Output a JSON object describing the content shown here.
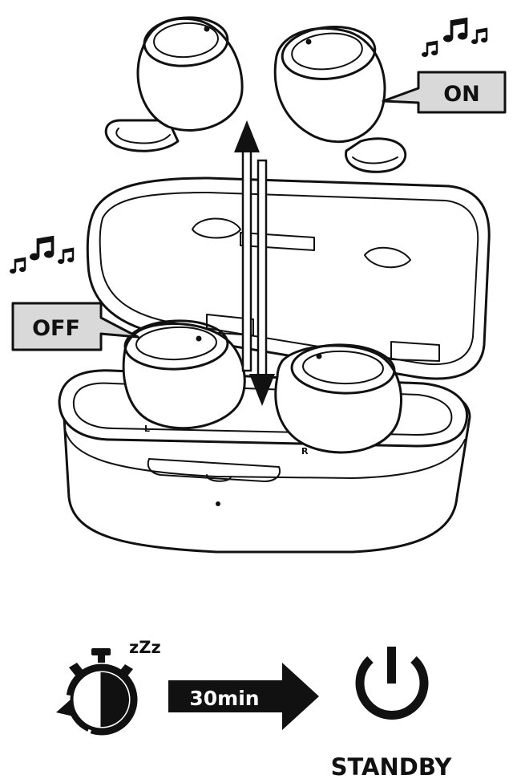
{
  "labels": {
    "on": "ON",
    "off": "OFF",
    "duration": "30min",
    "standby": "STANDBY",
    "sleep": "zZz"
  },
  "earbud_markers": {
    "left": "L",
    "right": "R"
  },
  "icons": [
    "music-notes-icon",
    "double-arrow-icon",
    "timer-icon",
    "arrow-right-icon",
    "power-icon"
  ],
  "colors": {
    "ink": "#111111",
    "callout_fill": "#d9d9d9"
  }
}
